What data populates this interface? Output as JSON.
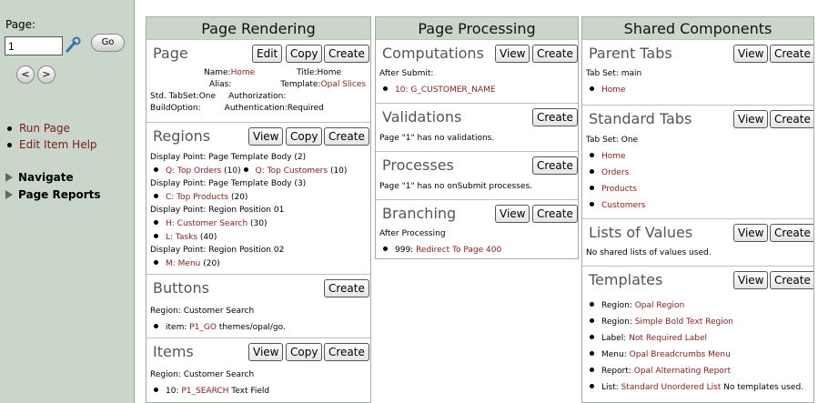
{
  "left": {
    "page_label": "Page:",
    "page_value": "1",
    "go_label": "Go",
    "prev_label": "<",
    "next_label": ">",
    "links": [
      "Run Page",
      "Edit Item Help"
    ],
    "nav": [
      "Navigate",
      "Page Reports"
    ]
  },
  "columns": {
    "rendering": "Page Rendering",
    "processing": "Page Processing",
    "shared": "Shared Components"
  },
  "buttons": {
    "edit": "Edit",
    "copy": "Copy",
    "create": "Create",
    "view": "View"
  },
  "page": {
    "title": "Page",
    "name_label": "Name:",
    "name_value": "Home",
    "title_label": "Title:",
    "title_value": "Home",
    "alias_label": "Alias:",
    "template_label": "Template:",
    "template_value": "Opal Slices",
    "tabset": "Std. TabSet:One",
    "authorization": "Authorization:",
    "buildoption": "BuildOption:",
    "authentication": "Authentication:Required"
  },
  "regions": {
    "title": "Regions",
    "dp1": "Display Point: Page Template Body (2)",
    "r1a_link": "Q: Top Orders",
    "r1a_count": " (10)",
    "r1b_link": "Q: Top Customers",
    "r1b_count": " (10)",
    "dp2": "Display Point: Page Template Body (3)",
    "r2_link": "C: Top Products",
    "r2_count": " (20)",
    "dp3": "Display Point: Region Position 01",
    "r3_link": "H: Customer Search",
    "r3_count": " (30)",
    "r4_link": "L: Tasks",
    "r4_count": " (40)",
    "dp4": "Display Point: Region Position 02",
    "r5_link": "M: Menu",
    "r5_count": " (20)"
  },
  "buttons_section": {
    "title": "Buttons",
    "region": "Region: Customer Search",
    "item_prefix": "item: ",
    "item_link": "P1_GO",
    "item_suffix": " themes/opal/go."
  },
  "items": {
    "title": "Items",
    "region": "Region: Customer Search",
    "item_prefix": "10: ",
    "item_link": "P1_SEARCH",
    "item_suffix": " Text Field"
  },
  "computations": {
    "title": "Computations",
    "after": "After Submit:",
    "item": "10: G_CUSTOMER_NAME"
  },
  "validations": {
    "title": "Validations",
    "text": "Page \"1\" has no validations."
  },
  "processes": {
    "title": "Processes",
    "text": "Page \"1\" has no onSubmit processes."
  },
  "branching": {
    "title": "Branching",
    "after": "After Processing",
    "item_prefix": "999: ",
    "item_link": "Redirect To Page  400"
  },
  "parent_tabs": {
    "title": "Parent Tabs",
    "tabset": "Tab Set: main",
    "item": "Home"
  },
  "standard_tabs": {
    "title": "Standard Tabs",
    "tabset": "Tab Set: One",
    "items": [
      "Home",
      "Orders",
      "Products",
      "Customers"
    ]
  },
  "lov": {
    "title": "Lists of Values",
    "text": "No shared lists of values used."
  },
  "templates": {
    "title": "Templates",
    "rows": [
      {
        "label": "Region: ",
        "link": "Opal Region",
        "suffix": ""
      },
      {
        "label": "Region: ",
        "link": "Simple Bold Text Region",
        "suffix": ""
      },
      {
        "label": "Label: ",
        "link": "Not Required Label",
        "suffix": ""
      },
      {
        "label": "Menu: ",
        "link": "Opal Breadcrumbs Menu",
        "suffix": ""
      },
      {
        "label": "Report: ",
        "link": "Opal Alternating Report",
        "suffix": ""
      },
      {
        "label": "List: ",
        "link": "Standard Unordered List",
        "suffix": " No templates used."
      }
    ]
  }
}
